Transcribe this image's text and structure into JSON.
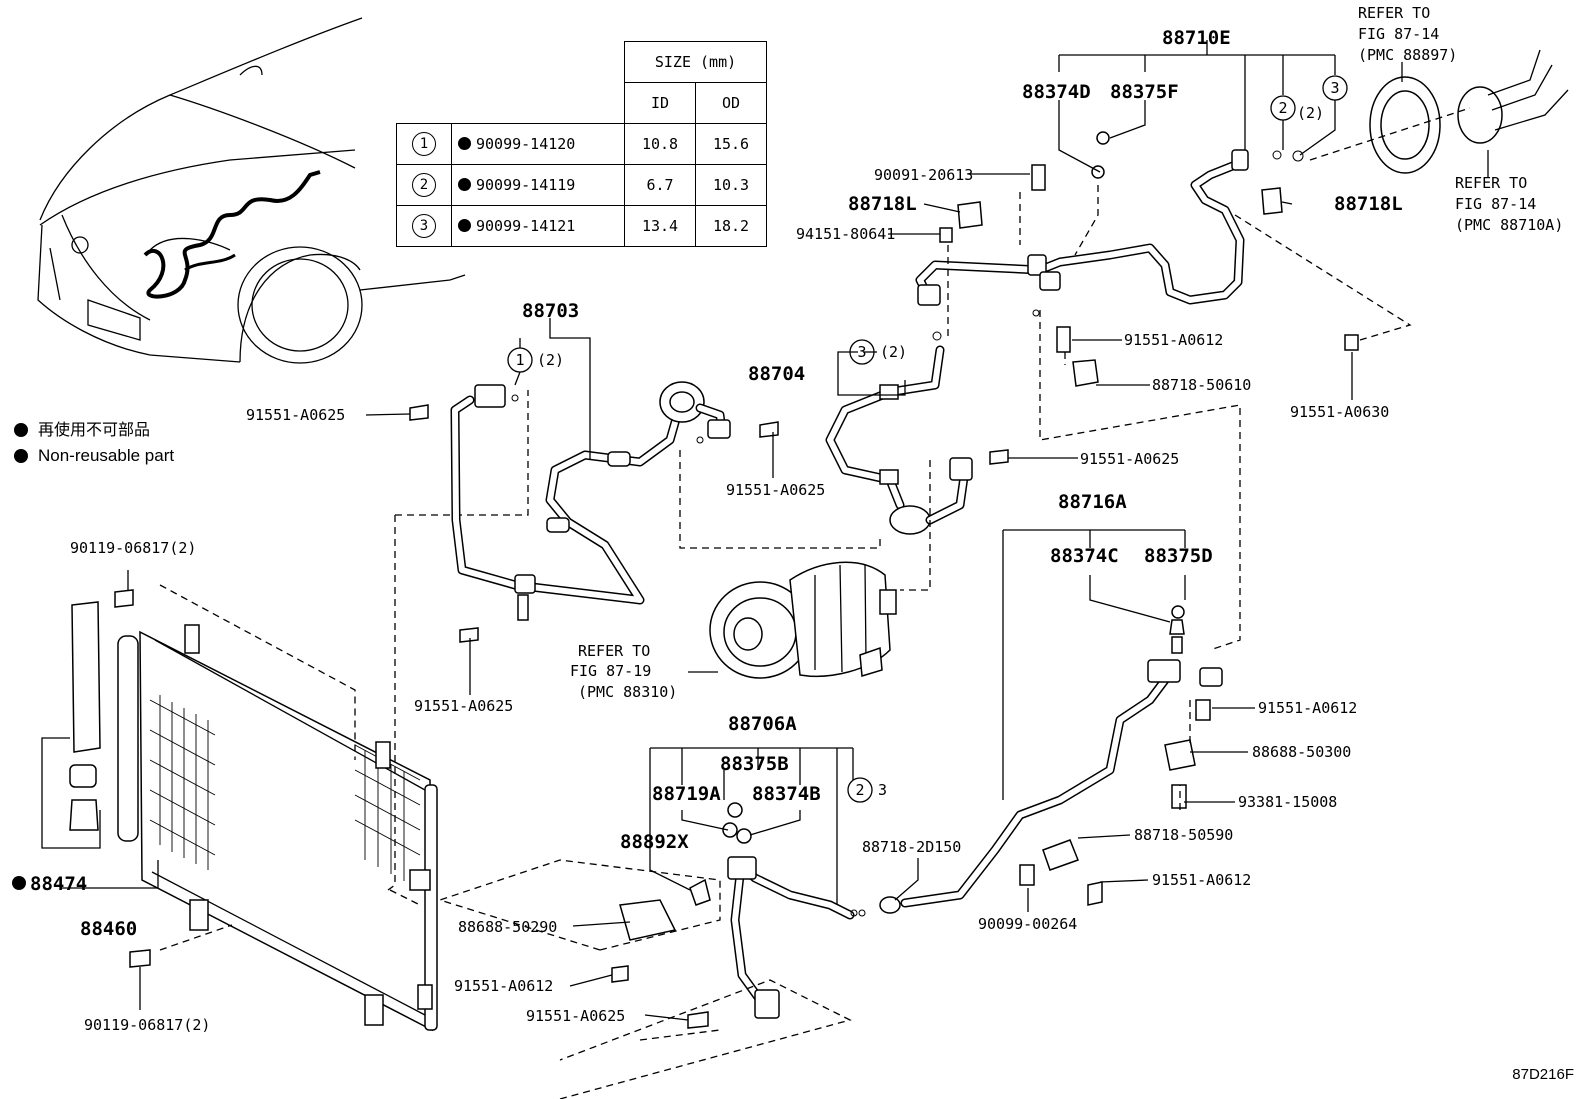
{
  "size_table": {
    "header": "SIZE (mm)",
    "col_id": "ID",
    "col_od": "OD",
    "rows": [
      {
        "key": "1",
        "part": "90099-14120",
        "id": "10.8",
        "od": "15.6"
      },
      {
        "key": "2",
        "part": "90099-14119",
        "id": "6.7",
        "od": "10.3"
      },
      {
        "key": "3",
        "part": "90099-14121",
        "id": "13.4",
        "od": "18.2"
      }
    ]
  },
  "legend": {
    "jp": "再使用不可部品",
    "en": "Non-reusable part"
  },
  "labels": {
    "p88710E": "88710E",
    "p88374D": "88374D",
    "p88375F": "88375F",
    "p90091": "90091-20613",
    "p88718L_a": "88718L",
    "p88718L_b": "88718L",
    "p94151": "94151-80641",
    "p91551_a0612_top": "91551-A0612",
    "p88718_50610": "88718-50610",
    "p91551_a0630": "91551-A0630",
    "p88704": "88704",
    "p88703": "88703",
    "p91551_a0625_a": "91551-A0625",
    "p91551_a0625_b": "91551-A0625",
    "p91551_a0625_c": "91551-A0625",
    "p91551_a0625_d": "91551-A0625",
    "p91551_a0625_e": "91551-A0625",
    "p88716A": "88716A",
    "p88374C": "88374C",
    "p88375D": "88375D",
    "p91551_a0612_mid": "91551-A0612",
    "p88688_50300": "88688-50300",
    "p93381": "93381-15008",
    "p88718_50590": "88718-50590",
    "p91551_a0612_low": "91551-A0612",
    "p90099_00264": "90099-00264",
    "p88706A": "88706A",
    "p88375B": "88375B",
    "p88719A": "88719A",
    "p88374B": "88374B",
    "p88892X": "88892X",
    "p88718_2D150": "88718-2D150",
    "p88688_50290": "88688-50290",
    "p91551_a0612_bot": "91551-A0612",
    "p90119_top": "90119-06817(2)",
    "p90119_bot": "90119-06817(2)",
    "p88474": "88474",
    "p88460": "88460",
    "refer_top1": "REFER TO",
    "refer_top2": "FIG 87-14",
    "refer_top3": "(PMC 88897)",
    "refer_right1": "REFER TO",
    "refer_right2": "FIG 87-14",
    "refer_right3": "(PMC 88710A)",
    "refer_comp1": "REFER TO",
    "refer_comp2": "FIG 87-19",
    "refer_comp3": "(PMC 88310)",
    "qty2": "(2)",
    "qty3": "3"
  },
  "fig_code": "87D216F"
}
